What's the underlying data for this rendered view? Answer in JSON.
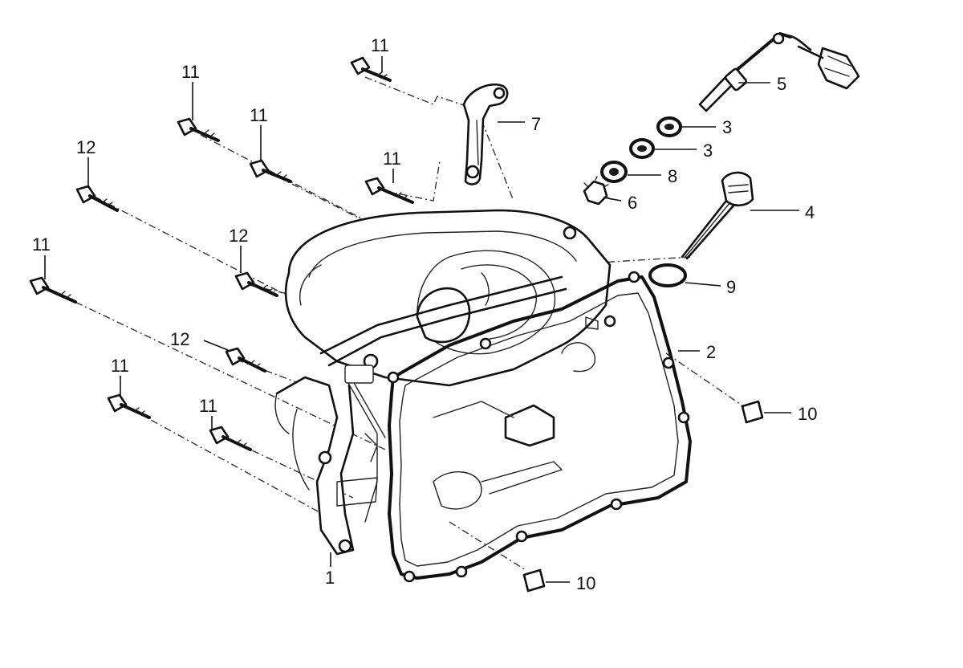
{
  "callouts": [
    {
      "id": "c-11a",
      "label": "11"
    },
    {
      "id": "c-11b",
      "label": "11"
    },
    {
      "id": "c-11c",
      "label": "11"
    },
    {
      "id": "c-11d",
      "label": "11"
    },
    {
      "id": "c-11e",
      "label": "11"
    },
    {
      "id": "c-11f",
      "label": "11"
    },
    {
      "id": "c-11g",
      "label": "11"
    },
    {
      "id": "c-12a",
      "label": "12"
    },
    {
      "id": "c-12b",
      "label": "12"
    },
    {
      "id": "c-12c",
      "label": "12"
    },
    {
      "id": "c-5",
      "label": "5"
    },
    {
      "id": "c-7",
      "label": "7"
    },
    {
      "id": "c-3a",
      "label": "3"
    },
    {
      "id": "c-3b",
      "label": "3"
    },
    {
      "id": "c-8",
      "label": "8"
    },
    {
      "id": "c-6",
      "label": "6"
    },
    {
      "id": "c-4",
      "label": "4"
    },
    {
      "id": "c-9",
      "label": "9"
    },
    {
      "id": "c-2",
      "label": "2"
    },
    {
      "id": "c-10a",
      "label": "10"
    },
    {
      "id": "c-10b",
      "label": "10"
    },
    {
      "id": "c-1",
      "label": "1"
    }
  ]
}
